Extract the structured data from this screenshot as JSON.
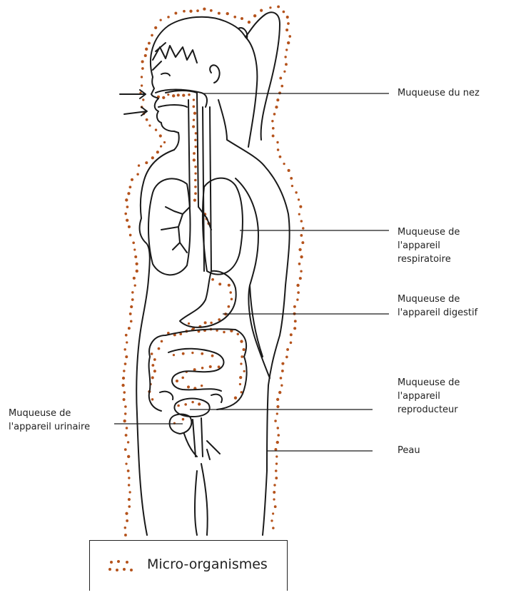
{
  "labels": {
    "nose": "Muqueuse du nez",
    "respiratory": [
      "Muqueuse de",
      "l'appareil",
      "respiratoire"
    ],
    "digestive": [
      "Muqueuse de",
      "l'appareil digestif"
    ],
    "reproductive": [
      "Muqueuse de",
      "l'appareil",
      "reproducteur"
    ],
    "urinary": [
      "Muqueuse de",
      "l'appareil urinaire"
    ],
    "skin": "Peau"
  },
  "legend": {
    "text": "Micro-organismes"
  },
  "colors": {
    "dots": "#b5531c",
    "ink": "#1a1a1a"
  }
}
